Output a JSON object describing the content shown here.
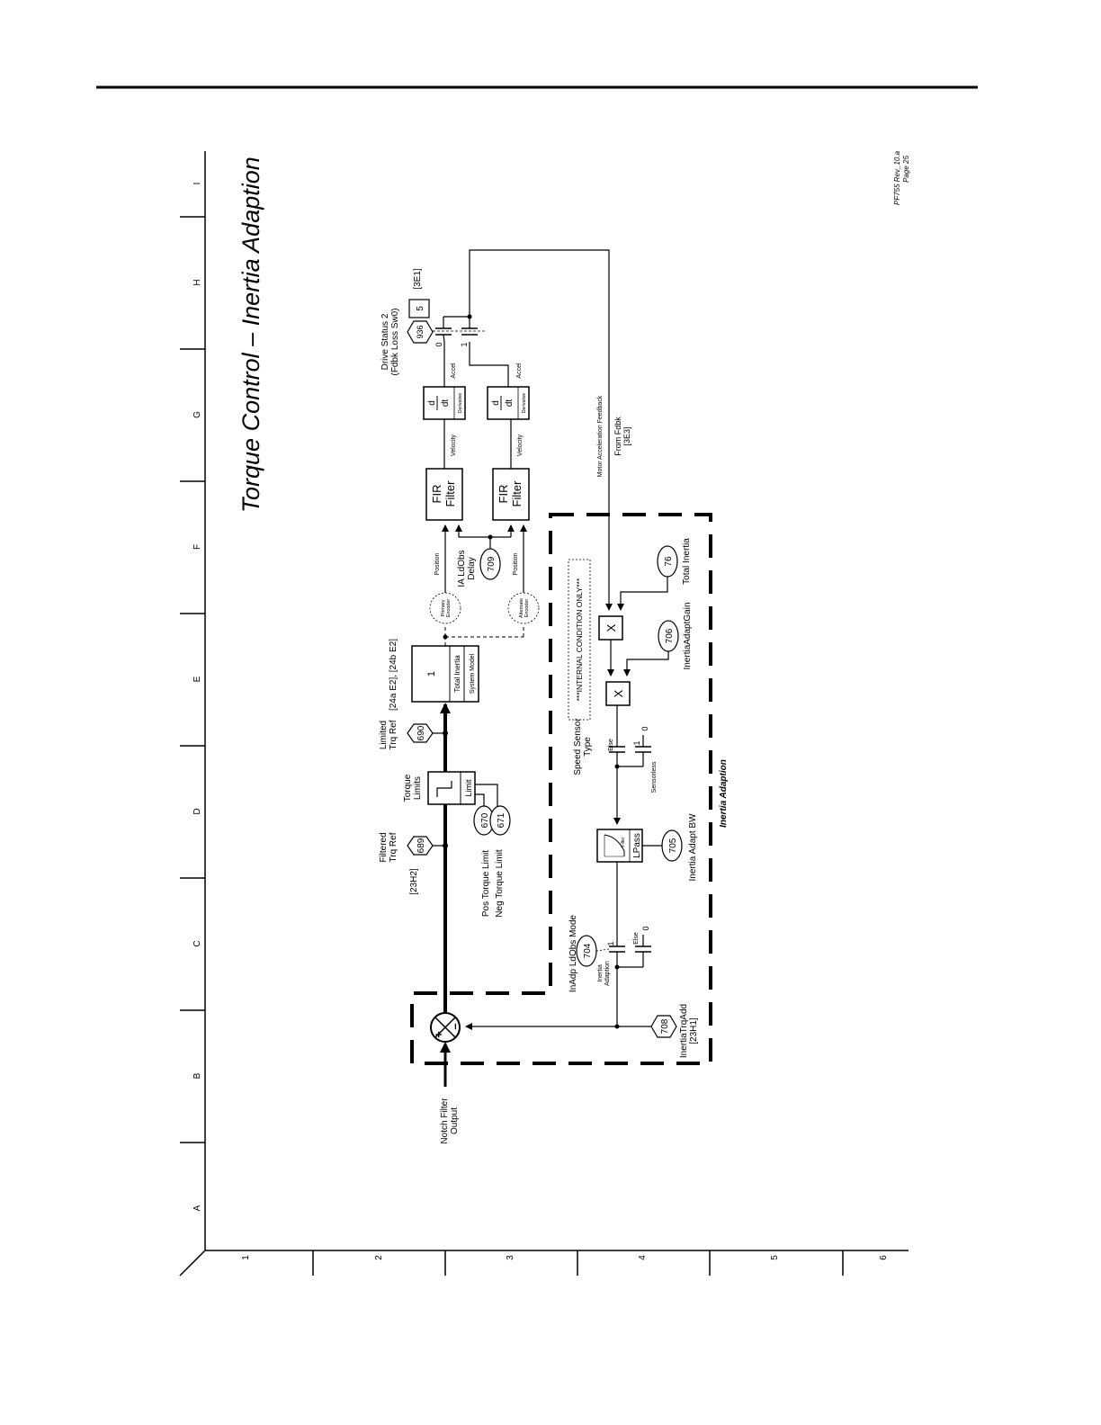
{
  "title": "Torque Control – Inertia Adaption",
  "revision": "PF755 Rev_10.a",
  "page": "Page 25",
  "grid": {
    "rows": [
      "A",
      "B",
      "C",
      "D",
      "E",
      "F",
      "G",
      "H",
      "I"
    ],
    "cols": [
      "1",
      "2",
      "3",
      "4",
      "5",
      "6"
    ]
  },
  "blocks": {
    "torque_limits": {
      "label1": "Torque",
      "label2": "Limits",
      "inner": "Limit"
    },
    "system_model": {
      "value": "1",
      "line1": "Total Inertia",
      "line2": "System Model"
    },
    "fir1": {
      "line1": "FIR",
      "line2": "Filter"
    },
    "fir2": {
      "line1": "FIR",
      "line2": "Filter"
    },
    "deriv1": {
      "num": "d",
      "den": "dt",
      "sub": "Derivative"
    },
    "deriv2": {
      "num": "d",
      "den": "dt",
      "sub": "Derivative"
    },
    "lpass": {
      "top": "Filter",
      "label": "LPass"
    },
    "mult1": "X",
    "mult2": "X",
    "sum_plus": "+",
    "sum_minus": "–",
    "primary_encoder": {
      "line1": "Primary",
      "line2": "Encoder"
    },
    "alternate_encoder": {
      "line1": "Alternate",
      "line2": "Encoder"
    },
    "status_box": "5"
  },
  "params": {
    "p689": "689",
    "p690": "690",
    "p670": "670",
    "p671": "671",
    "p709": "709",
    "p936": "936",
    "p704": "704",
    "p705": "705",
    "p706": "706",
    "p76": "76",
    "p708": "708"
  },
  "labels": {
    "filtered_trq_ref_1": "Filtered",
    "filtered_trq_ref_2": "Trq Ref",
    "ref_23h2": "[23H2]",
    "limited_trq_ref_1": "Limited",
    "limited_trq_ref_2": "Trq Ref",
    "ref_24": "[24a E2], [24b E2]",
    "pos_torque_limit": "Pos Torque Limit",
    "neg_torque_limit": "Neg Torque Limit",
    "notch_1": "Notch Filter",
    "notch_2": "Output",
    "position_1": "Position",
    "position_2": "Position",
    "velocity_1": "Velocity",
    "velocity_2": "Velocity",
    "accel_1": "Accel",
    "accel_2": "Accel",
    "ia_ldobs_1": "IA LdObs",
    "ia_ldobs_2": "Delay",
    "drive_status_1": "Drive Status 2",
    "drive_status_2": "(Fdbk Loss Sw0)",
    "ref_3e1": "[3E1]",
    "sw_0": "0",
    "sw_1": "1",
    "motor_accel_fb": "Motor Acceleration Feedback",
    "from_fdbk": "From Fdbk",
    "ref_3e3": "[3E3]",
    "internal_condition": "***INTERNAL CONDITION ONLY***",
    "speed_sensor_1": "Speed Sensor",
    "speed_sensor_2": "Type",
    "else_1": "Else",
    "one_1": "1",
    "zero_1": "0",
    "sensorless": "Sensorless",
    "inadp_mode": "InAdp LdObs Mode",
    "inertia_adaption_1": "Inertia",
    "inertia_adaption_2": "Adaption",
    "one_2": "1",
    "else_2": "Else",
    "zero_2": "0",
    "inertia_adapt_bw": "Inertia Adapt BW",
    "inertia_adapt_gain": "InertiaAdaptGain",
    "total_inertia": "Total Inertia",
    "inertia_trq_add": "InertiaTrqAdd",
    "ref_23h1": "[23H1]",
    "inertia_adaption_box": "Inertia Adaption"
  }
}
